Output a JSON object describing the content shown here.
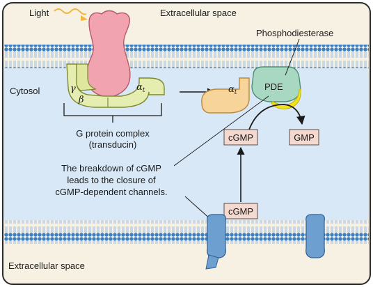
{
  "labels": {
    "light": "Light",
    "extracellular_top": "Extracellular space",
    "extracellular_bottom": "Extracellular space",
    "cytosol": "Cytosol",
    "phosphodiesterase": "Phosphodiesterase",
    "pde": "PDE",
    "g_protein_line1": "G protein complex",
    "g_protein_line2": "(transducin)",
    "breakdown_line1": "The breakdown of cGMP",
    "breakdown_line2": "leads to the closure of",
    "breakdown_line3": "cGMP-dependent channels.",
    "cgmp_upper": "cGMP",
    "gmp": "GMP",
    "cgmp_lower": "cGMP",
    "gamma": "γ",
    "beta": "β",
    "alpha_t_left": "α",
    "alpha_t_left_sub": "t",
    "alpha_t_right": "α",
    "alpha_t_right_sub": "t"
  },
  "colors": {
    "panel_border": "#2b2b2b",
    "extracellular_bg": "#f7f1e3",
    "cytosol_bg": "#d9e8f6",
    "membrane_head": "#3c7fc4",
    "membrane_tail": "#8fb6de",
    "rhodopsin": "#f1a3b0",
    "g_protein": "#e6edb0",
    "alpha_t": "#f6d49a",
    "pde": "#a9d8c2",
    "pde_active": "#f2e21c",
    "channel": "#6e9fd1",
    "light_ray": "#f0b73a",
    "box_fill": "#f3d9cf"
  }
}
